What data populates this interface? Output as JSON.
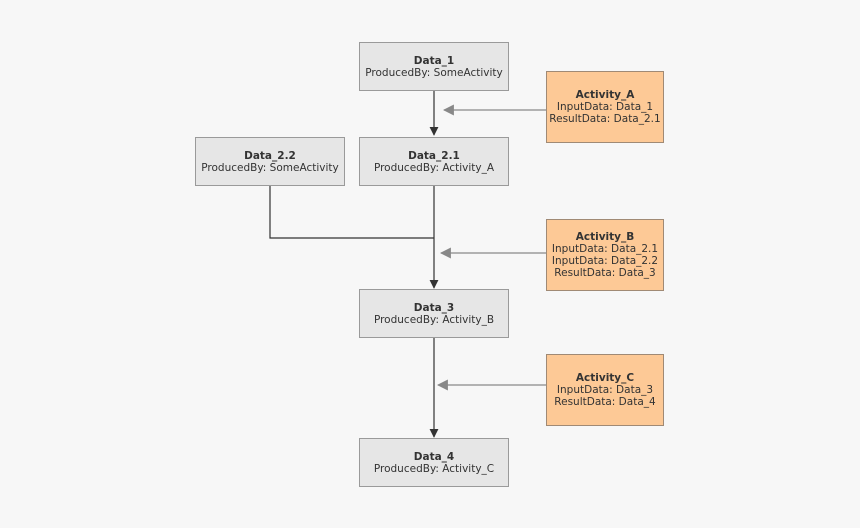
{
  "nodes": {
    "data_1": {
      "title": "Data_1",
      "lines": [
        "ProducedBy: SomeActivity"
      ]
    },
    "data_2_1": {
      "title": "Data_2.1",
      "lines": [
        "ProducedBy: Activity_A"
      ]
    },
    "data_2_2": {
      "title": "Data_2.2",
      "lines": [
        "ProducedBy: SomeActivity"
      ]
    },
    "data_3": {
      "title": "Data_3",
      "lines": [
        "ProducedBy: Activity_B"
      ]
    },
    "data_4": {
      "title": "Data_4",
      "lines": [
        "ProducedBy: Activity_C"
      ]
    },
    "activity_a": {
      "title": "Activity_A",
      "lines": [
        "InputData: Data_1",
        "ResultData: Data_2.1"
      ]
    },
    "activity_b": {
      "title": "Activity_B",
      "lines": [
        "InputData: Data_2.1",
        "InputData: Data_2.2",
        "ResultData: Data_3"
      ]
    },
    "activity_c": {
      "title": "Activity_C",
      "lines": [
        "InputData: Data_3",
        "ResultData: Data_4"
      ]
    }
  },
  "colors": {
    "data_fill": "#e6e6e6",
    "activity_fill": "#fdc996",
    "edge": "#333333",
    "activity_edge": "#888888"
  }
}
